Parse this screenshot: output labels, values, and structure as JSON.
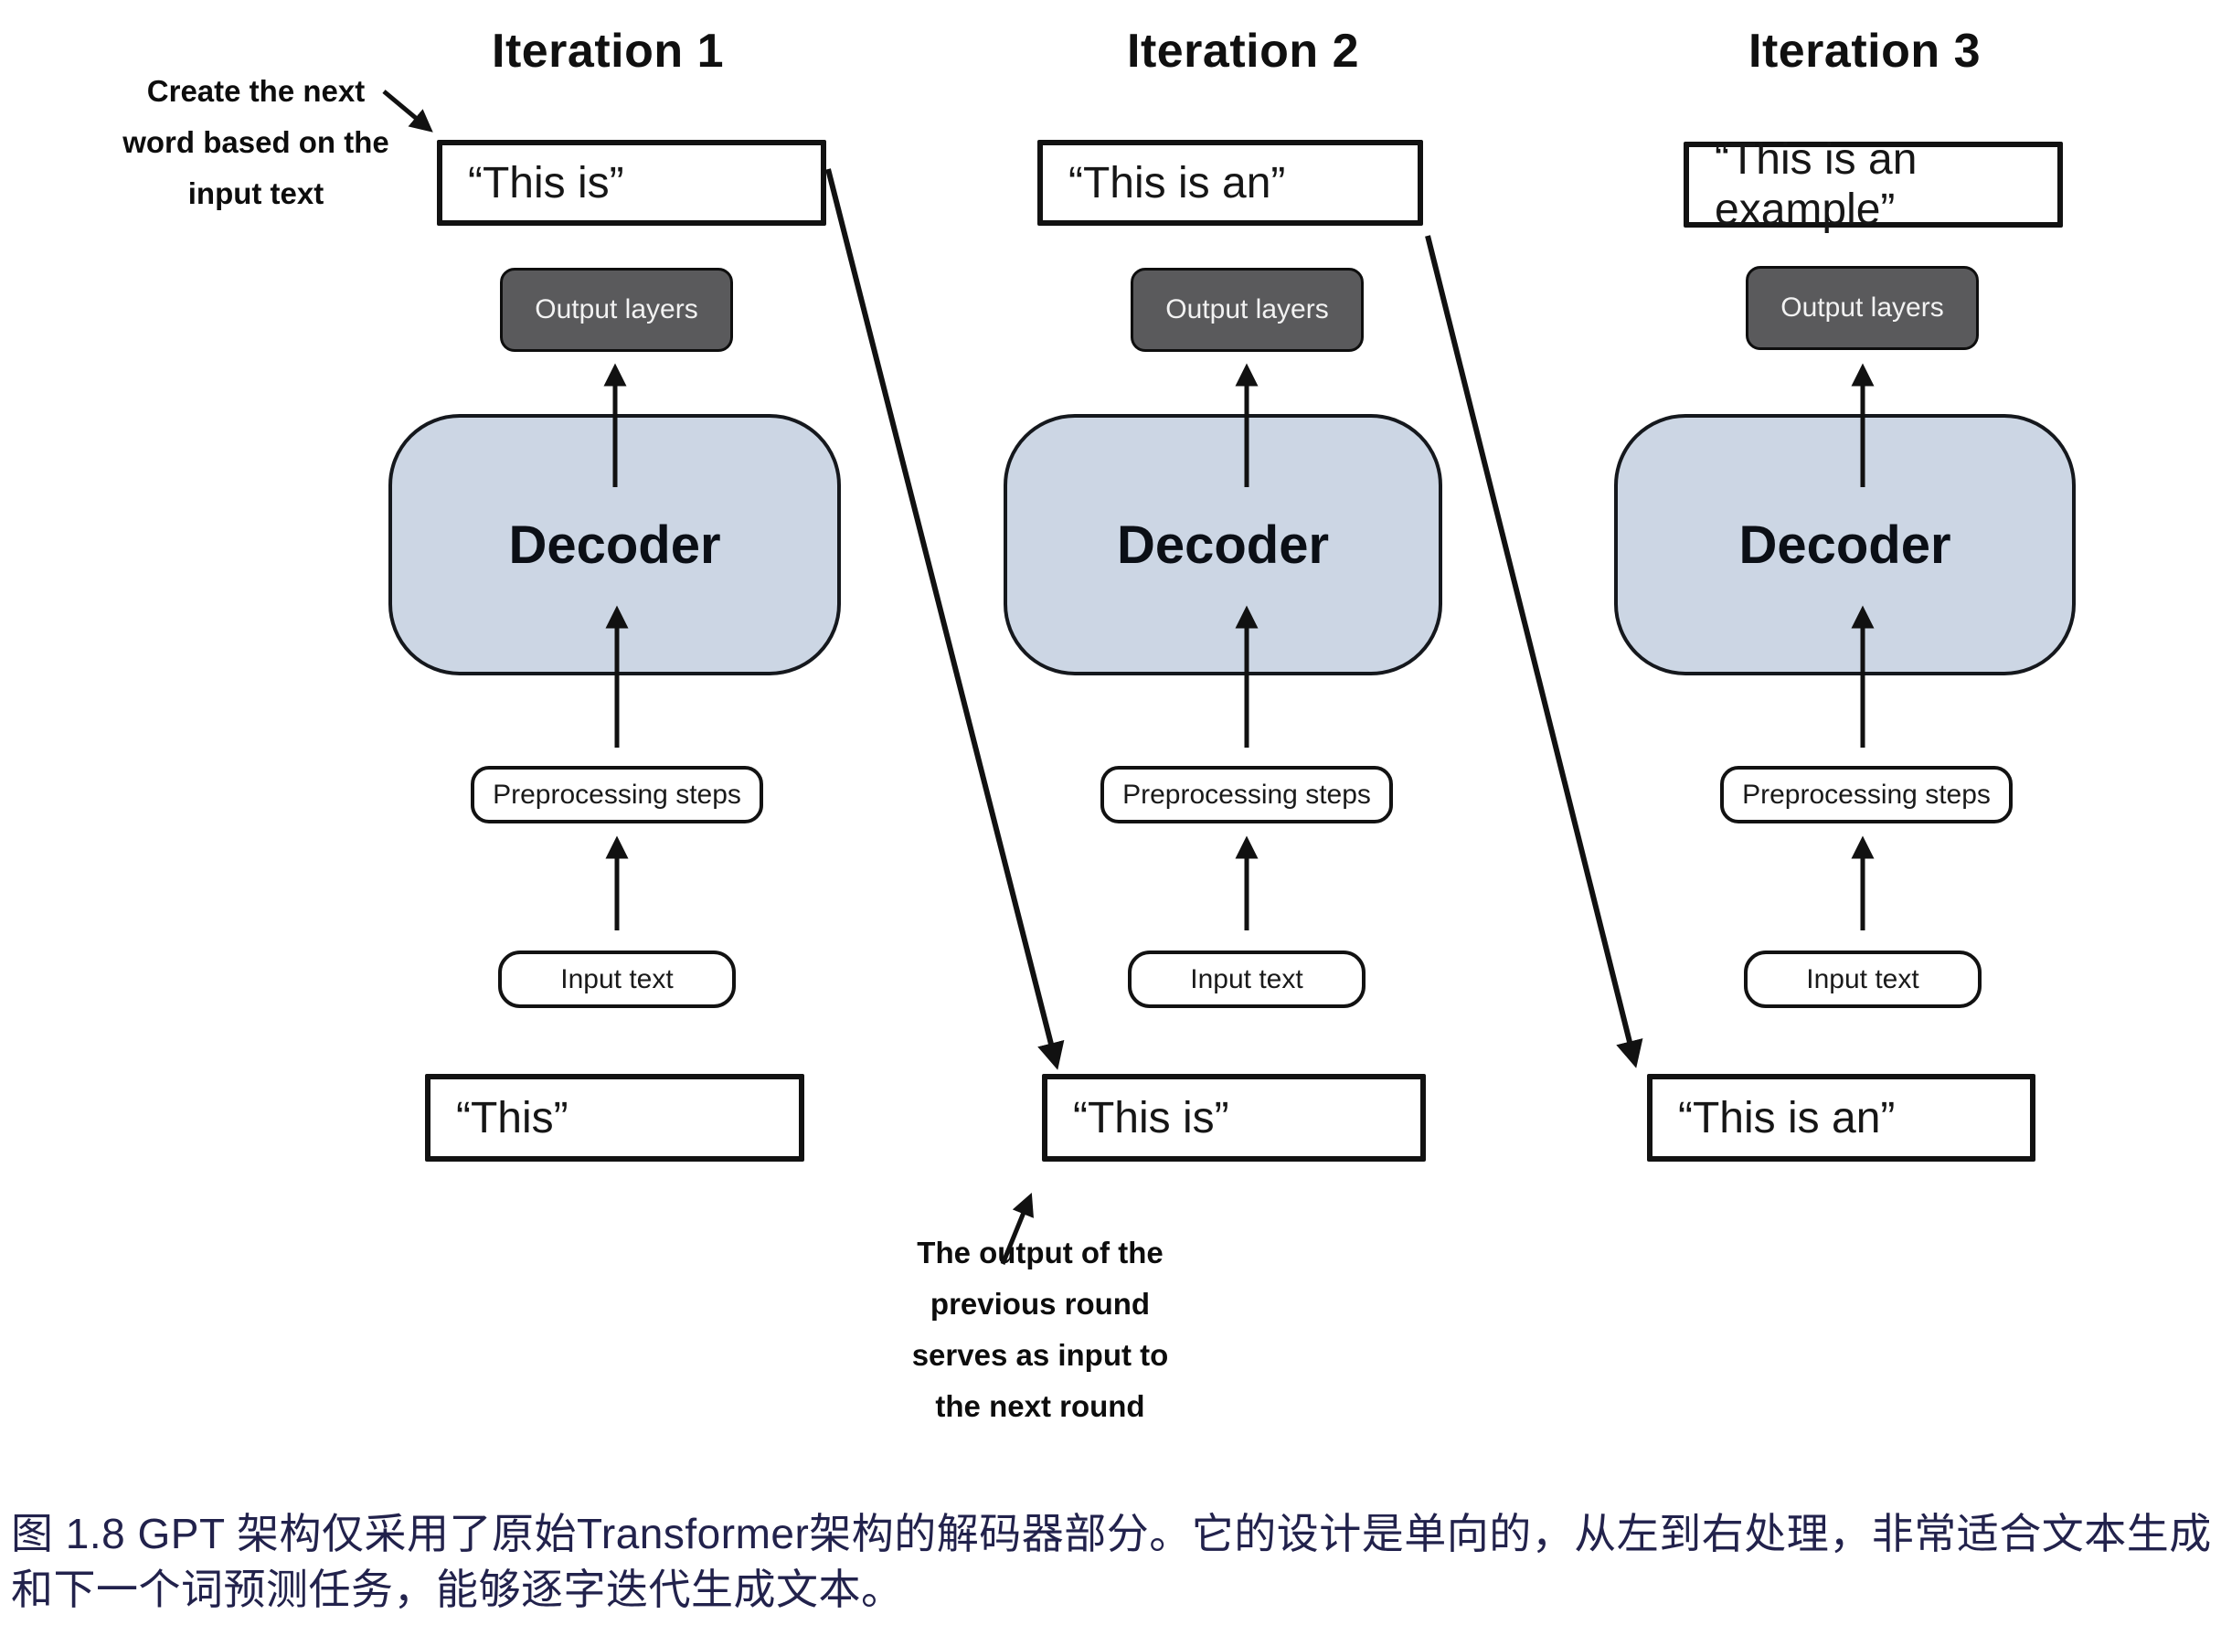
{
  "figure": {
    "columns": [
      {
        "title": "Iteration 1",
        "generated_text": "“This is”",
        "output_layers": "Output layers",
        "decoder": "Decoder",
        "preprocessing": "Preprocessing steps",
        "input_label": "Input text",
        "input_text": "“This”"
      },
      {
        "title": "Iteration 2",
        "generated_text": "“This is an”",
        "output_layers": "Output layers",
        "decoder": "Decoder",
        "preprocessing": "Preprocessing steps",
        "input_label": "Input text",
        "input_text": "“This is”"
      },
      {
        "title": "Iteration 3",
        "generated_text": "“This is an example”",
        "output_layers": "Output layers",
        "decoder": "Decoder",
        "preprocessing": "Preprocessing steps",
        "input_label": "Input text",
        "input_text": "“This is an”"
      }
    ],
    "annotations": {
      "top_left": {
        "line1": "Create the next",
        "line2": "word based on the",
        "line3": "input text"
      },
      "bottom": {
        "line1": "The output of the",
        "line2": "previous round",
        "line3": "serves as input to",
        "line4": "the next round"
      }
    },
    "caption": "图 1.8  GPT 架构仅采用了原始Transformer架构的解码器部分。它的设计是单向的，从左到右处理，非常适合文本生成和下一个词预测任务，能够逐字迭代生成文本。",
    "colors": {
      "decoder_fill": "#ccd6e4",
      "output_layers_fill": "#5a5a5c",
      "caption_text": "#22224c",
      "arrow": "#111111"
    }
  }
}
